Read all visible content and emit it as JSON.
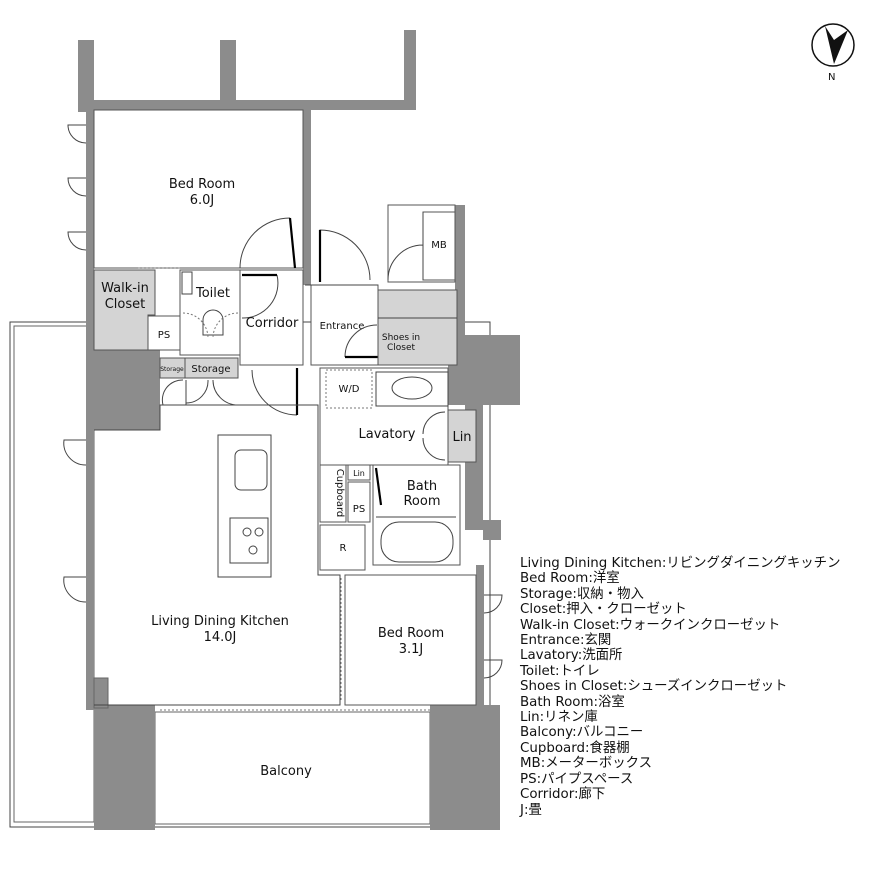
{
  "compass": {
    "north_label": "N"
  },
  "rooms": {
    "bedroom1": {
      "name": "Bed Room",
      "size": "6.0J"
    },
    "walkin": {
      "line1": "Walk-in",
      "line2": "Closet"
    },
    "toilet": "Toilet",
    "corridor": "Corridor",
    "entrance": "Entrance",
    "mb": "MB",
    "shoes": {
      "line1": "Shoes in",
      "line2": "Closet"
    },
    "ps1": "PS",
    "storage_small": "Storage",
    "storage": "Storage",
    "wd": "W/D",
    "lavatory": "Lavatory",
    "lin1": "Lin",
    "lin2": "Lin",
    "cupboard": "Cupboard",
    "ps2": "PS",
    "bath": {
      "line1": "Bath",
      "line2": "Room"
    },
    "r": "R",
    "ldk": {
      "name": "Living Dining Kitchen",
      "size": "14.0J"
    },
    "bedroom2": {
      "name": "Bed Room",
      "size": "3.1J"
    },
    "balcony": "Balcony"
  },
  "legend": [
    "Living Dining Kitchen:リビングダイニングキッチン",
    "Bed Room:洋室",
    "Storage:収納・物入",
    "Closet:押入・クローゼット",
    "Walk-in Closet:ウォークインクローゼット",
    "Entrance:玄関",
    "Lavatory:洗面所",
    "Toilet:トイレ",
    "Shoes in Closet:シューズインクローゼット",
    "Bath Room:浴室",
    "Lin:リネン庫",
    "Balcony:バルコニー",
    "Cupboard:食器棚",
    "MB:メーターボックス",
    "PS:パイプスペース",
    "Corridor:廊下",
    "J:畳"
  ]
}
